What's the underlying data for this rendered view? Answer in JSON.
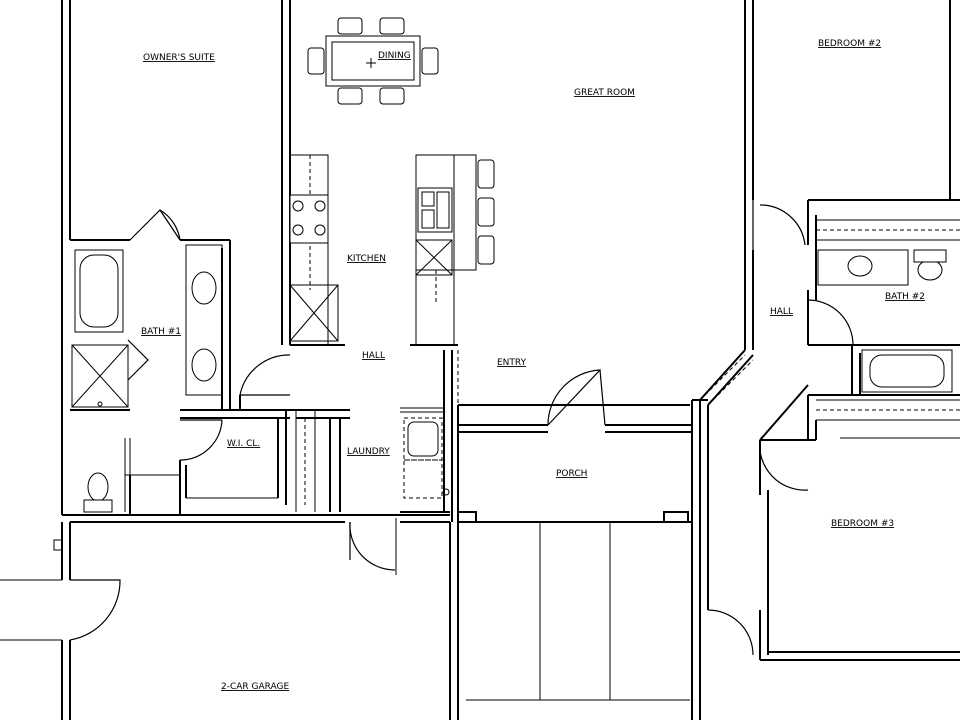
{
  "rooms": {
    "owners_suite": "OWNER'S SUITE",
    "dining": "DINING",
    "great_room": "GREAT ROOM",
    "bedroom_2": "BEDROOM #2",
    "kitchen": "KITCHEN",
    "bath_1": "BATH #1",
    "hall_left": "HALL",
    "entry": "ENTRY",
    "hall_right": "HALL",
    "bath_2": "BATH #2",
    "wi_cl": "W.I. CL.",
    "laundry": "LAUNDRY",
    "porch": "PORCH",
    "bedroom_3": "BEDROOM #3",
    "garage": "2-CAR GARAGE"
  }
}
